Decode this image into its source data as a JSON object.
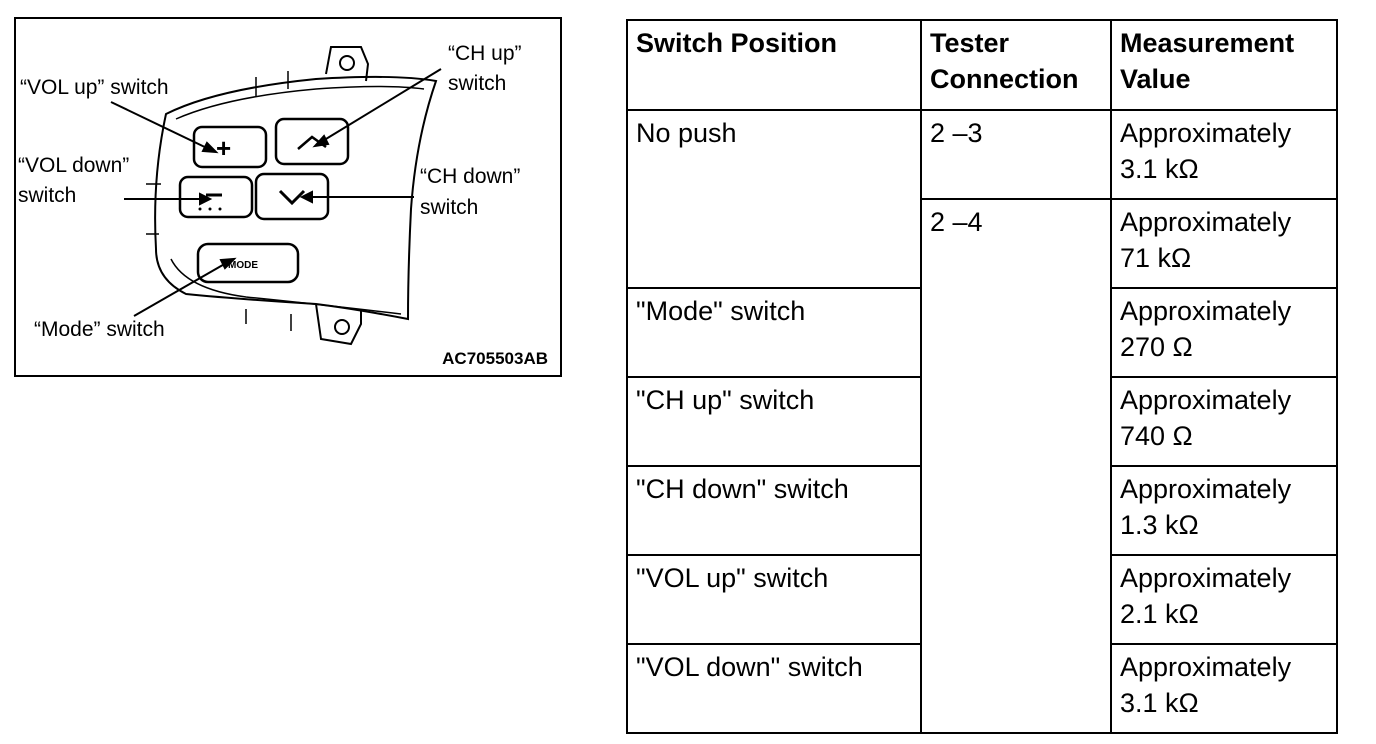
{
  "figure": {
    "labels": {
      "vol_up": "“VOL up” switch",
      "vol_down_1": "“VOL down”",
      "vol_down_2": "switch",
      "ch_up_1": "“CH up”",
      "ch_up_2": "switch",
      "ch_down_1": "“CH down”",
      "ch_down_2": "switch",
      "mode": "“Mode” switch",
      "button_mode": "MODE"
    },
    "figure_id": "AC705503AB"
  },
  "table": {
    "headers": {
      "switch_position": "Switch Position",
      "tester_connection_1": "Tester",
      "tester_connection_2": "Connection",
      "measurement_value_1": "Measurement",
      "measurement_value_2": "Value"
    },
    "rows": [
      {
        "position": "No push",
        "connection": "2 –3",
        "value_1": "Approximately",
        "value_2": "3.1 kΩ"
      },
      {
        "position": "",
        "connection": "2 –4",
        "value_1": "Approximately",
        "value_2": "71 kΩ"
      },
      {
        "position": "\"Mode\" switch",
        "value_1": "Approximately",
        "value_2": "270 Ω"
      },
      {
        "position": "\"CH up\" switch",
        "value_1": "Approximately",
        "value_2": "740 Ω"
      },
      {
        "position": "\"CH down\" switch",
        "value_1": "Approximately",
        "value_2": "1.3 kΩ"
      },
      {
        "position": "\"VOL up\" switch",
        "value_1": "Approximately",
        "value_2": "2.1 kΩ"
      },
      {
        "position": "\"VOL down\" switch",
        "value_1": "Approximately",
        "value_2": "3.1 kΩ"
      }
    ]
  }
}
